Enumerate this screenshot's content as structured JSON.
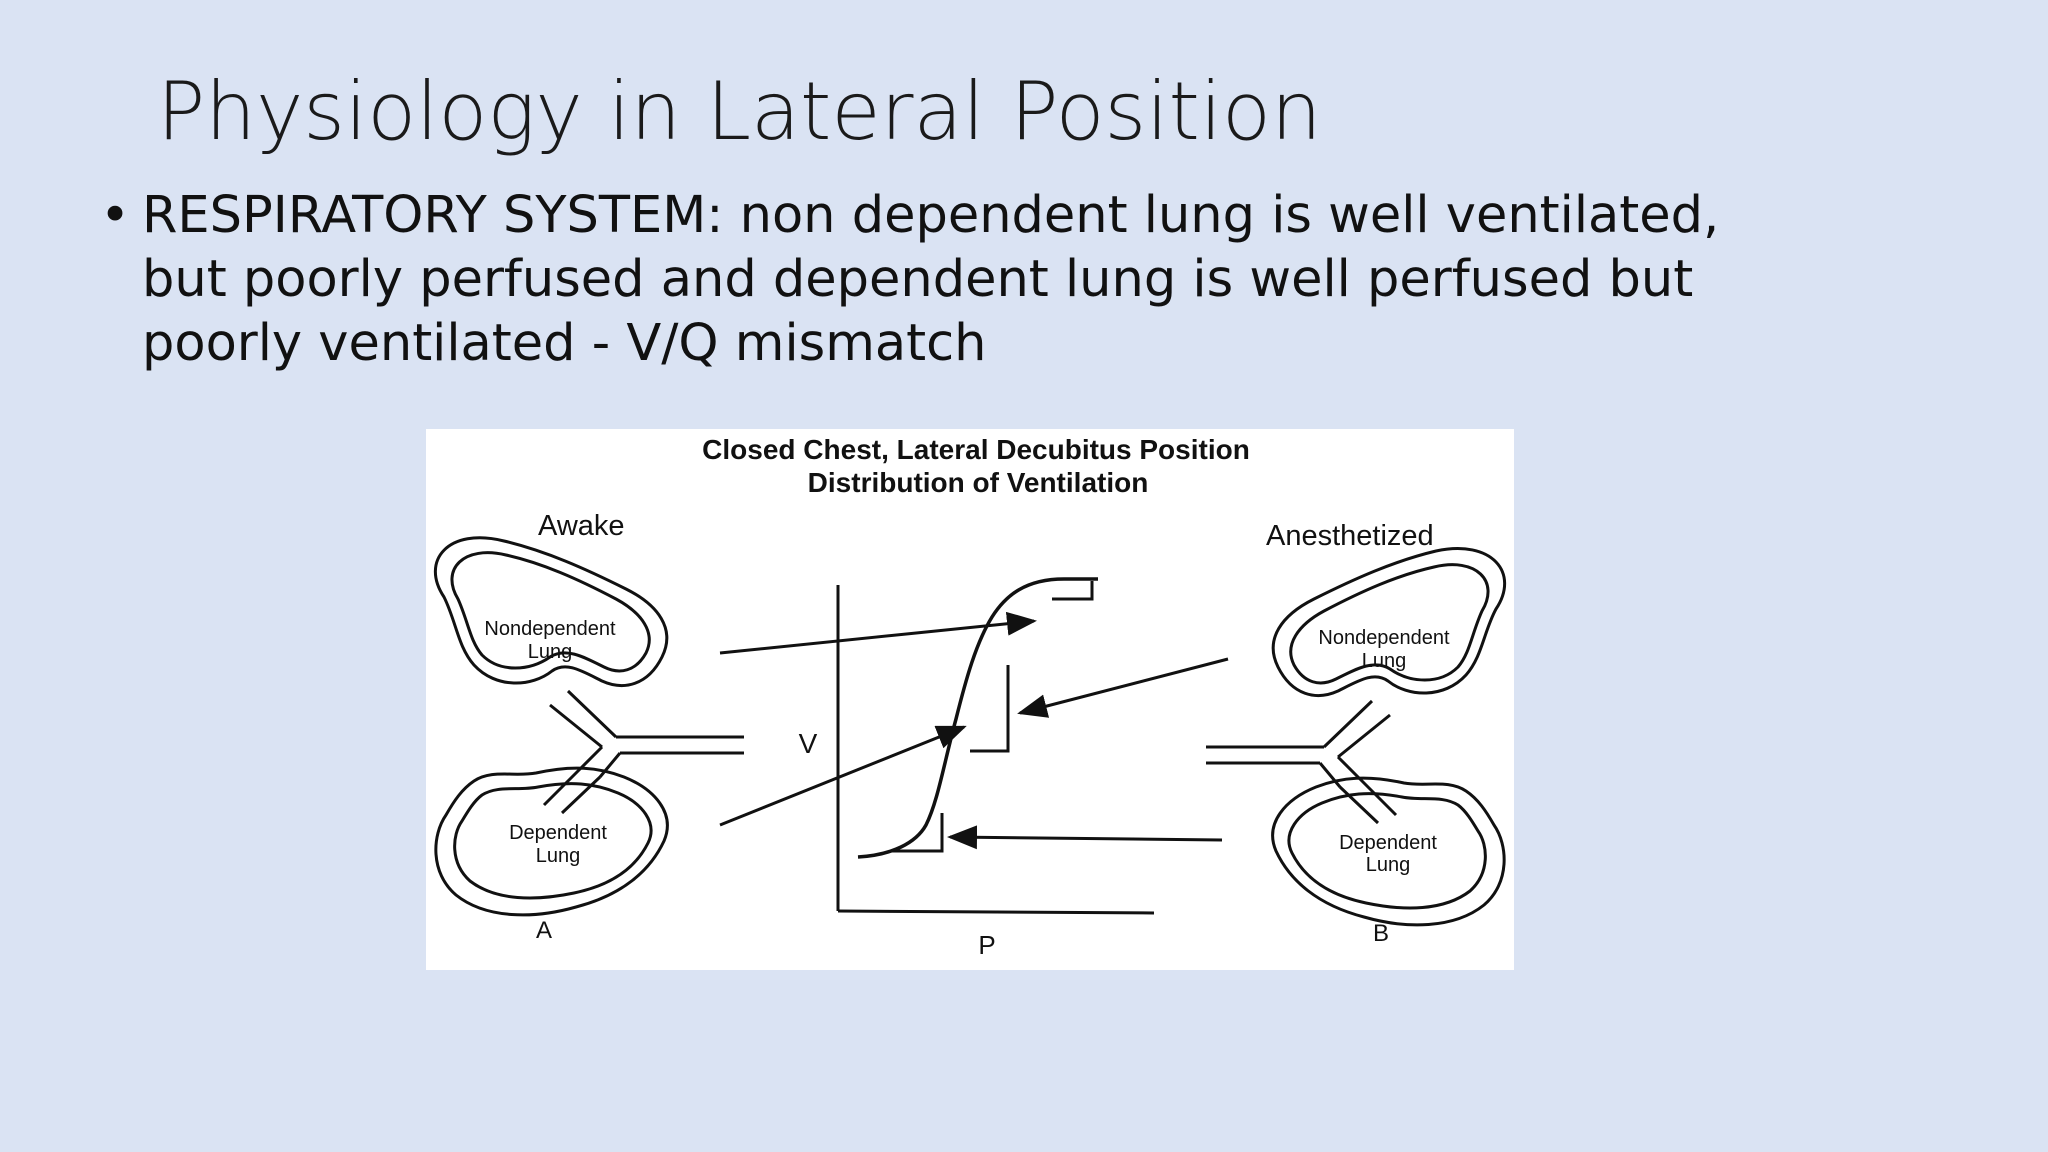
{
  "slide": {
    "title": "Physiology in Lateral Position",
    "bullet": "RESPIRATORY SYSTEM: non dependent lung is well ventilated, but poorly perfused and dependent lung is well perfused but poorly ventilated -  V/Q mismatch",
    "bullet_marker": "•"
  },
  "figure": {
    "title_line1": "Closed Chest, Lateral Decubitus Position",
    "title_line2": "Distribution of Ventilation",
    "awake": {
      "heading": "Awake",
      "upper_lung_line1": "Nondependent",
      "upper_lung_line2": "Lung",
      "lower_lung_line1": "Dependent",
      "lower_lung_line2": "Lung",
      "panel_label": "A"
    },
    "anesthetized": {
      "heading": "Anesthetized",
      "upper_lung_line1": "Nondependent",
      "upper_lung_line2": "Lung",
      "lower_lung_line1": "Dependent",
      "lower_lung_line2": "Lung",
      "panel_label": "B"
    },
    "y_axis_label": "V",
    "x_axis_label": "P"
  }
}
